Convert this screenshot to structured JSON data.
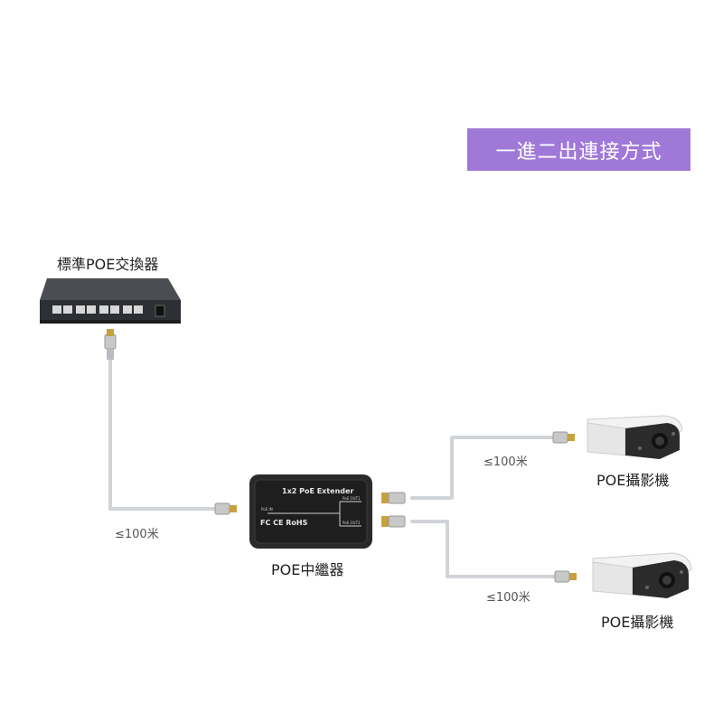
{
  "banner": {
    "text": "一進二出連接方式"
  },
  "switch": {
    "label": "標準POE交換器"
  },
  "extender": {
    "label": "POE中繼器",
    "panel_title": "1x2 PoE Extender",
    "port_in": "PoE IN",
    "port_out1": "PoE OUT1",
    "port_out2": "PoE OUT2",
    "marks": "FC CE RoHS"
  },
  "cameras": [
    {
      "label": "POE攝影機",
      "distance": "≤100米"
    },
    {
      "label": "POE攝影機",
      "distance": "≤100米"
    }
  ],
  "uplink": {
    "distance": "≤100米"
  },
  "colors": {
    "banner": "#a078d8",
    "cable": "#d0d4d8",
    "connector": "#c8a040",
    "device_dark": "#2a2a2a",
    "camera_body": "#f2f2f2"
  },
  "icons": [
    "switch-icon",
    "extender-icon",
    "camera-icon",
    "rj45-connector-icon"
  ]
}
